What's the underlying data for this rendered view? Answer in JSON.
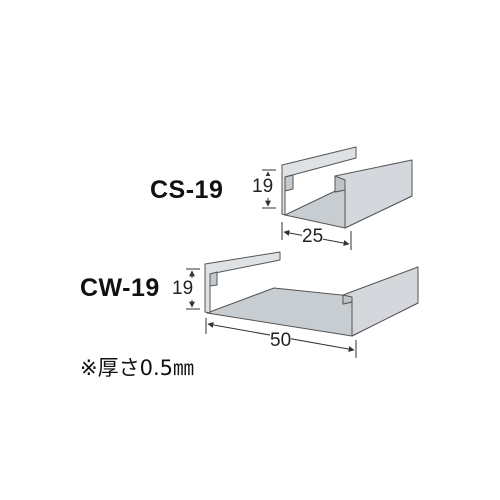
{
  "profiles": [
    {
      "name": "CS-19",
      "height": "19",
      "width": "25"
    },
    {
      "name": "CW-19",
      "height": "19",
      "width": "50"
    }
  ],
  "note": "※厚さ0.5㎜",
  "colors": {
    "metal": "#d9dde0",
    "metal_shade": "#c4c9cd",
    "edge": "#555555",
    "dim_line": "#333333"
  }
}
